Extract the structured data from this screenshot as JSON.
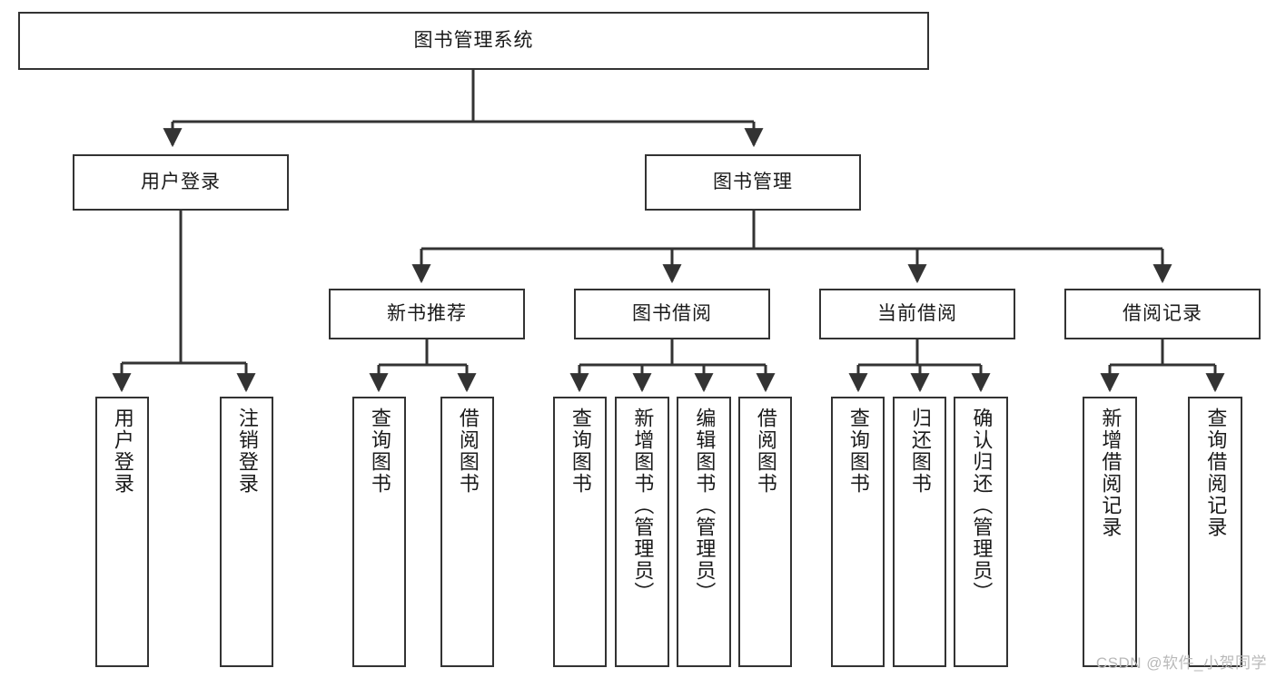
{
  "diagram": {
    "title": "图书管理系统",
    "watermark": "CSDN @软件_小贺同学",
    "colors": {
      "box_border": "#333333",
      "box_fill": "#ffffff",
      "edge": "#333333",
      "text": "#1a1a1a",
      "watermark": "#b9b9b9",
      "background": "#ffffff"
    },
    "nodes": {
      "root": {
        "label": "图书管理系统"
      },
      "level2": [
        {
          "id": "user_login",
          "label": "用户登录"
        },
        {
          "id": "book_mgmt",
          "label": "图书管理"
        }
      ],
      "level3": [
        {
          "id": "new_book_rec",
          "label": "新书推荐"
        },
        {
          "id": "book_borrow",
          "label": "图书借阅"
        },
        {
          "id": "current_borrow",
          "label": "当前借阅"
        },
        {
          "id": "borrow_record",
          "label": "借阅记录"
        }
      ],
      "leaves": {
        "user_login": [
          {
            "id": "leaf_user_login",
            "label": "用户登录"
          },
          {
            "id": "leaf_user_logout",
            "label": "注销登录"
          }
        ],
        "new_book_rec": [
          {
            "id": "leaf_query_book_1",
            "label": "查询图书"
          },
          {
            "id": "leaf_borrow_book_1",
            "label": "借阅图书"
          }
        ],
        "book_borrow": [
          {
            "id": "leaf_query_book_2",
            "label": "查询图书"
          },
          {
            "id": "leaf_add_book",
            "label": "新增图书（管理员）"
          },
          {
            "id": "leaf_edit_book",
            "label": "编辑图书（管理员）"
          },
          {
            "id": "leaf_borrow_book_2",
            "label": "借阅图书"
          }
        ],
        "current_borrow": [
          {
            "id": "leaf_query_book_3",
            "label": "查询图书"
          },
          {
            "id": "leaf_return_book",
            "label": "归还图书"
          },
          {
            "id": "leaf_confirm_return",
            "label": "确认归还（管理员）"
          }
        ],
        "borrow_record": [
          {
            "id": "leaf_add_record",
            "label": "新增借阅记录"
          },
          {
            "id": "leaf_query_record",
            "label": "查询借阅记录"
          }
        ]
      }
    }
  }
}
